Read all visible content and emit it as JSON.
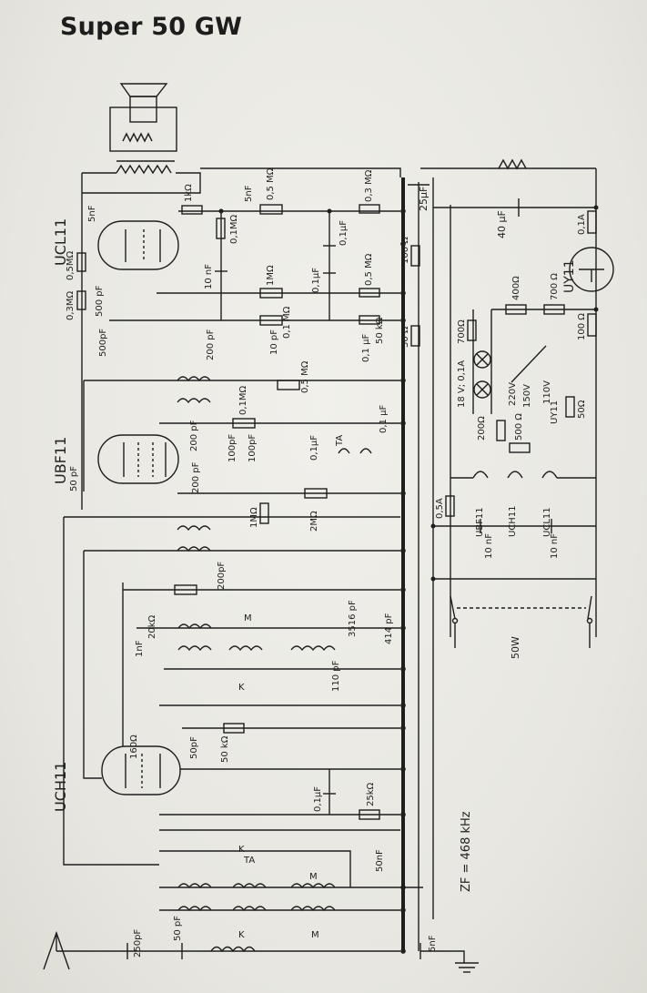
{
  "title": "Super 50 GW",
  "colors": {
    "ink": "#1e1e1e",
    "paper": "#ecebe6"
  },
  "tubes": [
    "UCL11",
    "UBF11",
    "UCH11",
    "UY11"
  ],
  "heater_chain": [
    "UBF11",
    "UCH11",
    "UCL11",
    "UY11"
  ],
  "labels": {
    "if_freq": "ZF = 468 kHz",
    "power": "50W",
    "voltages": [
      "220V",
      "150V",
      "110V"
    ],
    "lamp": "18 V; 0,1A",
    "fuse_main": "0,5A",
    "fuse_rect": "0,1A"
  },
  "component_labels": {
    "out_c1": "5nF",
    "out_r1": "0,5MΩ",
    "out_r2": "0,3MΩ",
    "out_c2": "500 pF",
    "out_c3": "500pF",
    "out_r3": "1kΩ",
    "vol_c": "5nF",
    "vol_pot": "0,5 MΩ",
    "r_01m": "0,1MΩ",
    "c_10n_a": "10 nF",
    "c_01u_a": "0,1μF",
    "c_01u_b": "0,1μF",
    "r_1m_a": "1MΩ",
    "r_03m": "0,3 MΩ",
    "r_05m": "0,5 MΩ",
    "r_01m_b": "0,1 MΩ",
    "c_01u_c": "0,1 μF",
    "r_50k": "50 kΩ",
    "c_25u": "25μF",
    "c_40u": "40 μF",
    "r_100": "100 Ω",
    "r_30": "30 Ω",
    "c_200p_a": "200 pF",
    "c_200p_b": "200 pF",
    "c_200p_c": "200 pF",
    "c_10p": "10 pF",
    "c_100p_a": "100pF",
    "c_100p_b": "100pF",
    "r_01m_c": "0,1MΩ",
    "pot_05m": "0,5 MΩ",
    "c_01u_d": "0,1μF",
    "c_01u_e": "0,1 μF",
    "ta_a": "TA",
    "c_50p_ubf": "50 pF",
    "r_1m_b": "1MΩ",
    "r_2m": "2MΩ",
    "c_200p_d": "200pF",
    "r_20k": "20kΩ",
    "c_1n": "1nF",
    "c_3516p": "3516 pF",
    "c_414p": "414 pF",
    "c_110p": "110 pF",
    "c_50p_osc": "50pF",
    "r_50k_b": "50 kΩ",
    "r_160": "160Ω",
    "c_01u_f": "0,1μF",
    "r_25k": "25kΩ",
    "c_50n": "50nF",
    "c_250p": "250pF",
    "c_50p_ant": "50 pF",
    "c_5n": "5nF",
    "ps_r400": "400Ω",
    "ps_r700": "700Ω",
    "ps_r700b": "700 Ω",
    "ps_r100": "100 Ω",
    "ps_r200": "200Ω",
    "ps_r500": "500 Ω",
    "ps_r50": "50Ω",
    "ps_c10n_a": "10 nF",
    "ps_c10n_b": "10 nF",
    "sw_m": "M",
    "sw_k": "K",
    "sw_ta": "TA"
  }
}
